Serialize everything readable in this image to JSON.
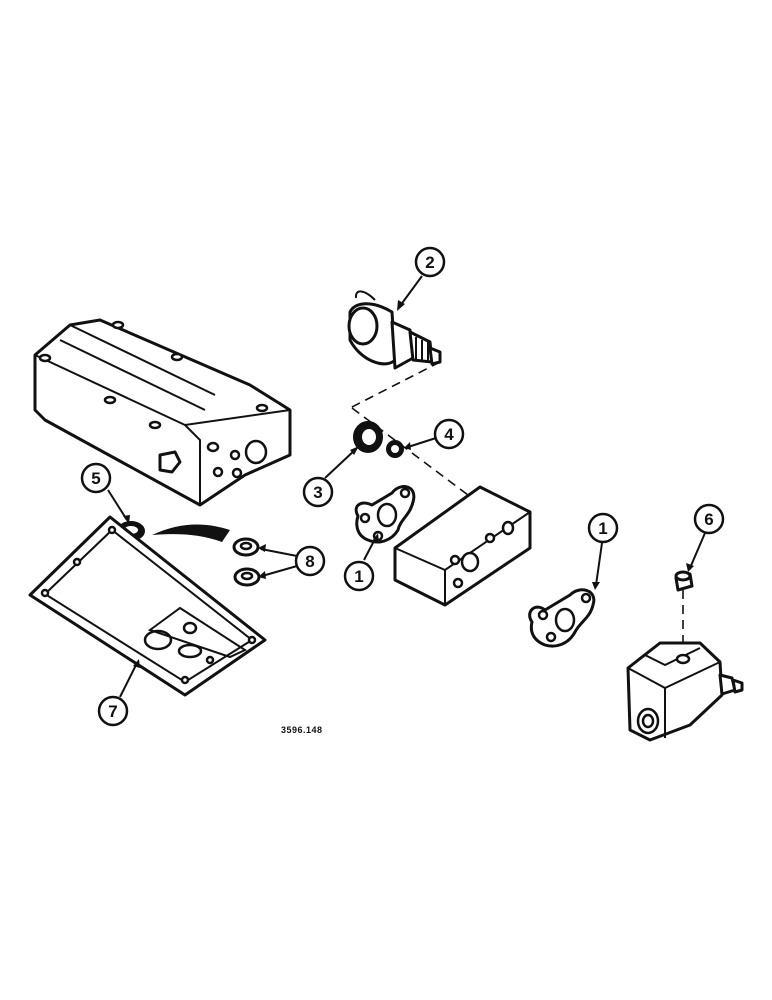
{
  "callouts": {
    "c2": "2",
    "c4": "4",
    "c3": "3",
    "c5": "5",
    "c8": "8",
    "c1a": "1",
    "c1b": "1",
    "c6": "6",
    "c7": "7"
  },
  "reference_code": "3596.148"
}
